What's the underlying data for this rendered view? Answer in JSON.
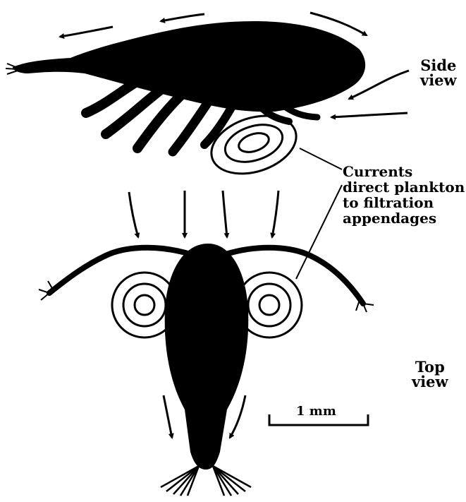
{
  "labels": {
    "side_view": [
      "Side",
      "view"
    ],
    "top_view": [
      "Top",
      "view"
    ],
    "currents": [
      "Currents",
      "direct plankton",
      "to filtration",
      "appendages"
    ],
    "scale_bar": "1 mm"
  },
  "colors": {
    "ink": "#000000",
    "background": "#ffffff"
  }
}
